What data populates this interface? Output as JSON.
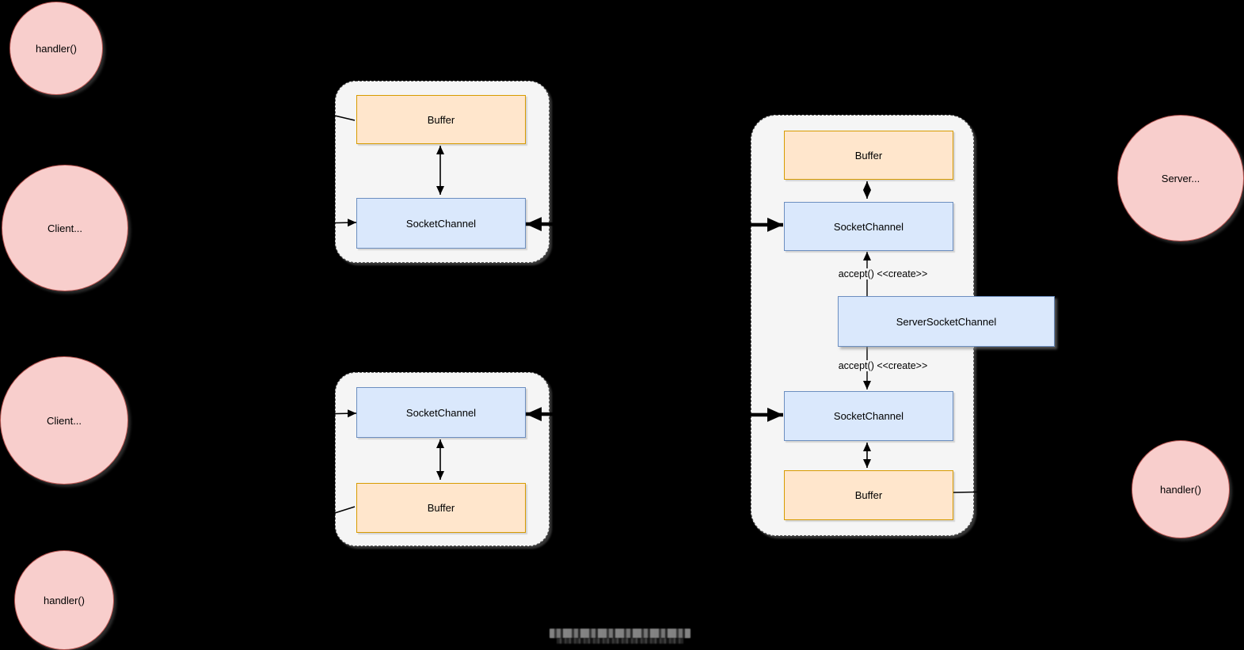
{
  "diagram": {
    "circles": [
      {
        "label": "handler()"
      },
      {
        "label": "Client..."
      },
      {
        "label": "Client..."
      },
      {
        "label": "handler()"
      },
      {
        "label": "Server..."
      },
      {
        "label": "handler()"
      }
    ],
    "group_a": {
      "buffer": "Buffer",
      "socket_channel": "SocketChannel"
    },
    "group_b": {
      "socket_channel": "SocketChannel",
      "buffer": "Buffer"
    },
    "group_c": {
      "buffer_top": "Buffer",
      "socket_channel_top": "SocketChannel",
      "accept_top": "accept() <<create>>",
      "server_socket_channel": "ServerSocketChannel",
      "accept_bottom": "accept() <<create>>",
      "socket_channel_bottom": "SocketChannel",
      "buffer_bottom": "Buffer"
    },
    "colors": {
      "background": "#000000",
      "container_fill": "#f5f5f5",
      "container_border": "#5f5f5f",
      "buffer_fill": "#ffe6cc",
      "buffer_border": "#d79b00",
      "channel_fill": "#dae8fc",
      "channel_border": "#6c8ebf",
      "circle_fill": "#f8cecc",
      "circle_border": "#b85450",
      "connector": "#000000"
    }
  }
}
